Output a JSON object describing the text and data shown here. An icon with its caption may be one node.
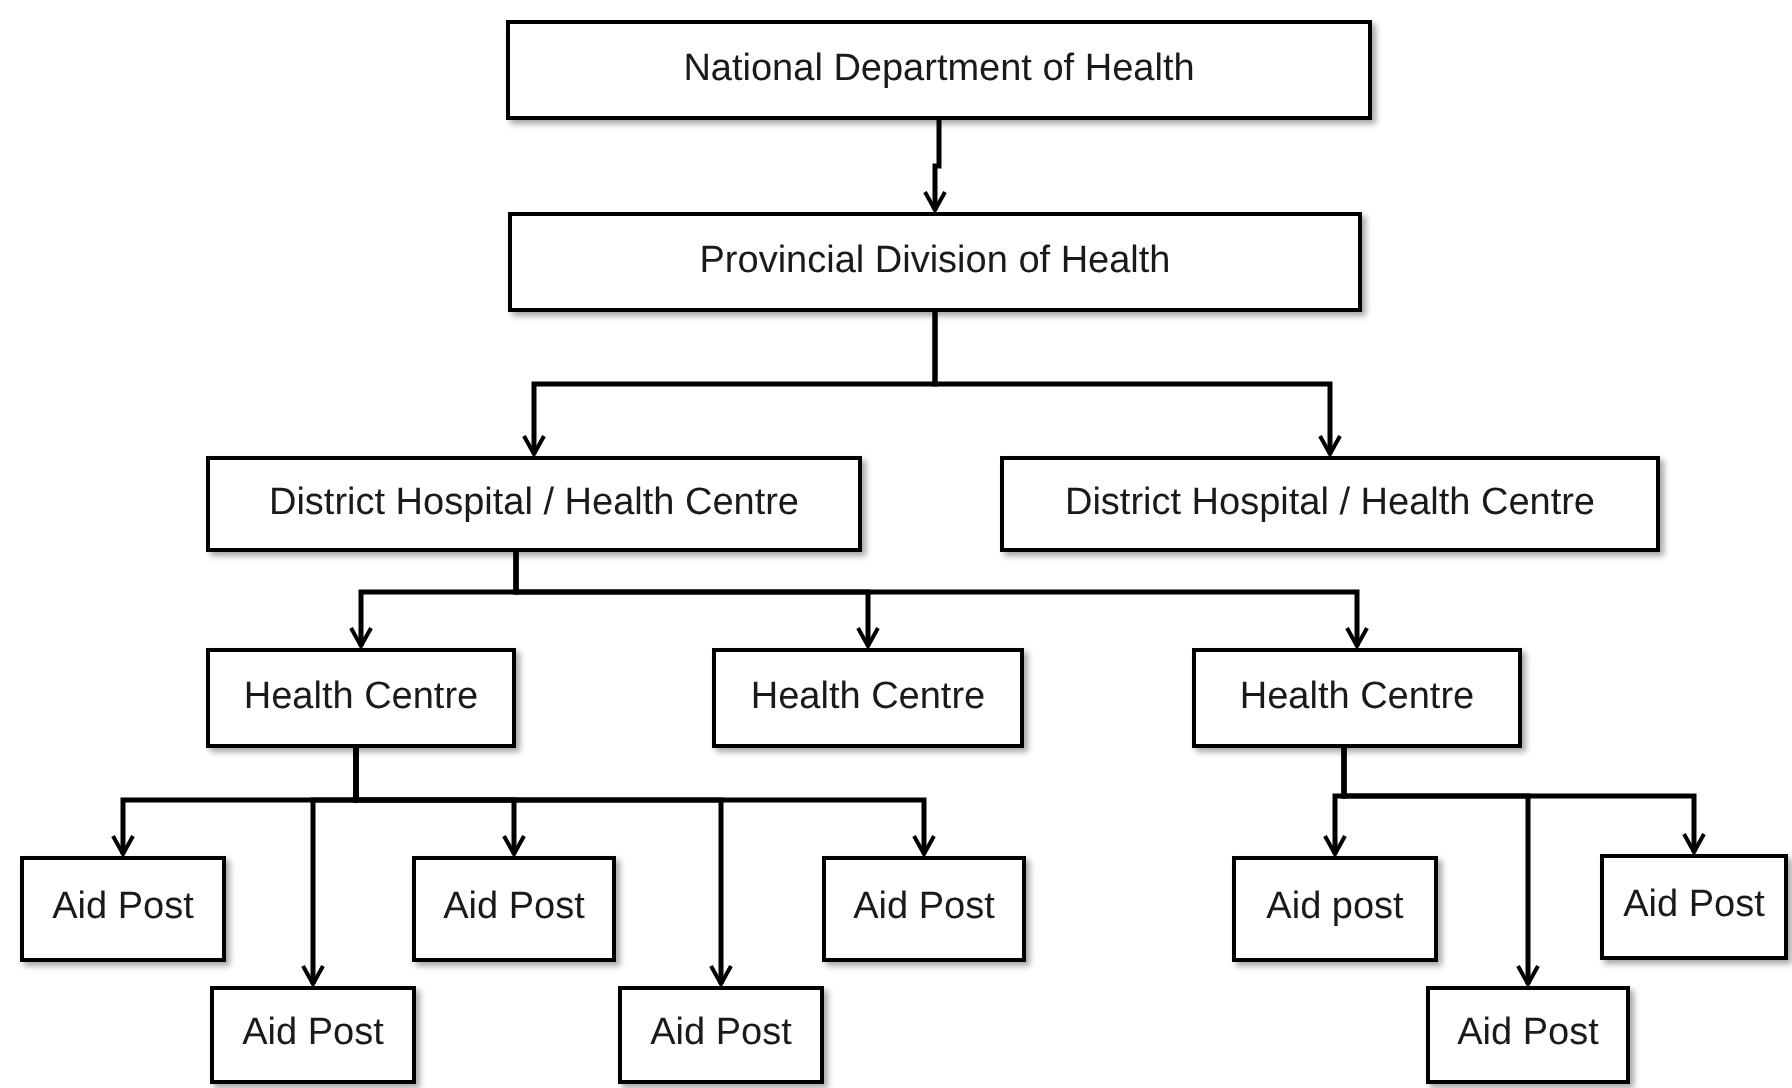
{
  "diagram": {
    "nodes": [
      {
        "text": [
          "National Department of Health"
        ]
      },
      {
        "text": [
          "Provincial Division of Health"
        ]
      },
      {
        "text": [
          "District Hospital / Health Centre"
        ]
      },
      {
        "text": [
          "District Hospital / Health Centre"
        ]
      },
      {
        "text": [
          "Health Centre"
        ]
      },
      {
        "text": [
          "Health Centre"
        ]
      },
      {
        "text": [
          "Health Centre"
        ]
      },
      {
        "text": [
          "Aid Post"
        ]
      },
      {
        "text": [
          "Aid Post"
        ]
      },
      {
        "text": [
          "Aid Post"
        ]
      },
      {
        "text": [
          "Aid Post"
        ]
      },
      {
        "text": [
          "Aid Post"
        ]
      },
      {
        "text": [
          "Aid post"
        ]
      },
      {
        "text": [
          "Aid Post"
        ]
      },
      {
        "text": [
          "Aid Post"
        ]
      }
    ],
    "edges": [
      {
        "from": 0,
        "to": 1,
        "arrow": "to"
      },
      {
        "from": 1,
        "to": 2,
        "arrow": "to"
      },
      {
        "from": 1,
        "to": 3,
        "arrow": "to"
      },
      {
        "from": 2,
        "to": 4,
        "arrow": "to"
      },
      {
        "from": 2,
        "to": 5,
        "arrow": "to"
      },
      {
        "from": 2,
        "to": 6,
        "arrow": "to"
      },
      {
        "from": 4,
        "to": 7,
        "arrow": "to"
      },
      {
        "from": 4,
        "to": 8,
        "arrow": "to"
      },
      {
        "from": 4,
        "to": 9,
        "arrow": "to"
      },
      {
        "from": 4,
        "to": 10,
        "arrow": "to"
      },
      {
        "from": 4,
        "to": 11,
        "arrow": "to"
      },
      {
        "from": 6,
        "to": 12,
        "arrow": "to"
      },
      {
        "from": 6,
        "to": 13,
        "arrow": "to"
      },
      {
        "from": 6,
        "to": 14,
        "arrow": "to"
      }
    ]
  }
}
